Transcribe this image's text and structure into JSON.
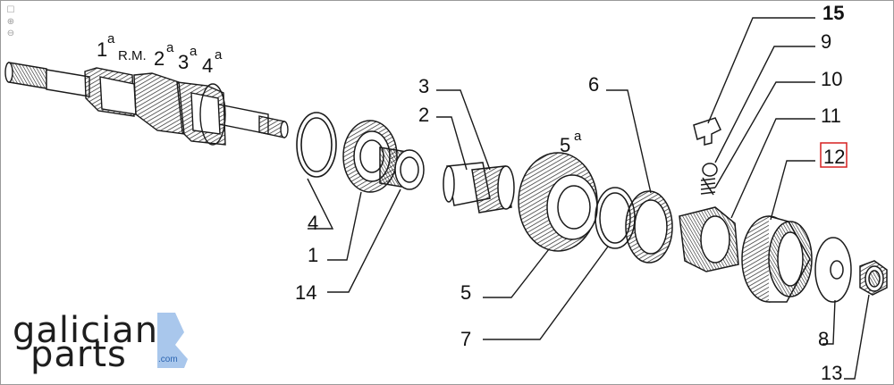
{
  "toolbar": {
    "icons": [
      "page-icon",
      "zoom-in-icon",
      "zoom-out-icon"
    ],
    "glyphs": [
      "☐",
      "⊕",
      "⊖"
    ]
  },
  "gear_labels": {
    "first": "1",
    "reverse": "R.M.",
    "second": "2",
    "third": "3",
    "fourth": "4",
    "fifth": "5",
    "ordinal": "a"
  },
  "callouts": [
    "15",
    "9",
    "10",
    "11",
    "12",
    "3",
    "2",
    "6",
    "4",
    "1",
    "14",
    "5",
    "7",
    "8",
    "13"
  ],
  "highlighted_callout": "12",
  "highlight_color": "#d62020",
  "logo": {
    "line1": "galician",
    "line2": "parts",
    "suffix": ".com",
    "accent": "#a9c7ec"
  }
}
